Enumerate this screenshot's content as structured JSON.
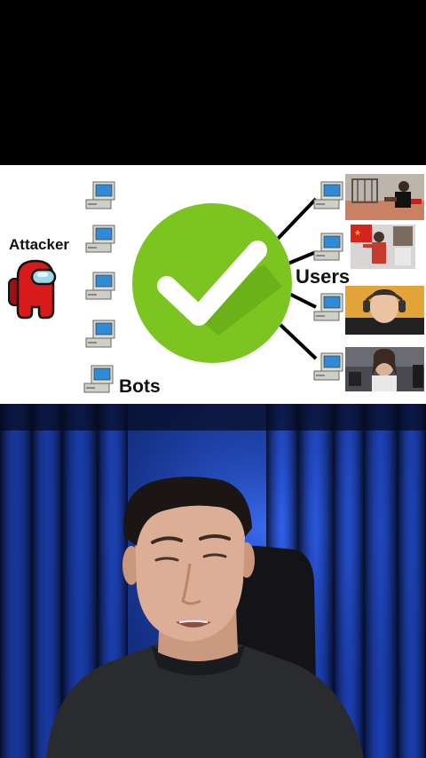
{
  "diagram": {
    "attacker_label": "Attacker",
    "bots_label": "Bots",
    "users_label": "Users"
  },
  "colors": {
    "check_green": "#7cc520",
    "check_green_shadow": "#5fa115",
    "attacker_red": "#d71b1b",
    "curtain_blue": "#1f4fd0"
  },
  "icons": {
    "attacker": "among-us-crewmate-icon",
    "bot": "computer-icon",
    "check": "checkmark-icon"
  }
}
